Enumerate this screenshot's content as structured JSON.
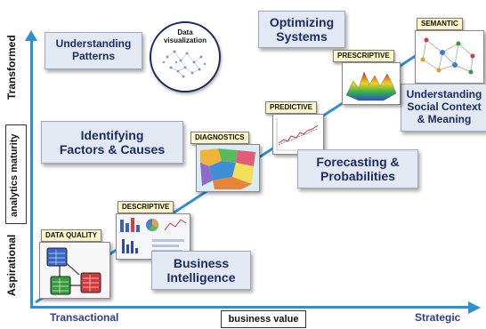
{
  "axes": {
    "y_top": "Transformed",
    "y_middle": "analytics maturity",
    "y_bottom": "Aspirational",
    "x_left": "Transactional",
    "x_middle": "business value",
    "x_right": "Strategic"
  },
  "stages": {
    "data_quality": "DATA QUALITY",
    "descriptive": "DESCRIPTIVE",
    "diagnostics": "DIAGNOSTICS",
    "predictive": "PREDICTIVE",
    "prescriptive": "PRESCRIPTIVE",
    "semantic": "SEMANTIC"
  },
  "boxes": {
    "understanding_patterns": [
      "Understanding",
      "Patterns"
    ],
    "identifying": [
      "Identifying",
      "Factors & Causes"
    ],
    "business_intelligence": [
      "Business",
      "Intelligence"
    ],
    "forecasting": [
      "Forecasting &",
      "Probabilities"
    ],
    "optimizing": [
      "Optimizing",
      "Systems"
    ],
    "understanding_social": [
      "Understanding",
      "Social Context",
      "& Meaning"
    ]
  },
  "data_visualization": [
    "Data",
    "visualization"
  ],
  "colors": {
    "axis": "#2f8fd0",
    "box_fill": "#e3e9f3",
    "box_text": "#1c2c62",
    "tag_fill": "#fff7c8"
  }
}
